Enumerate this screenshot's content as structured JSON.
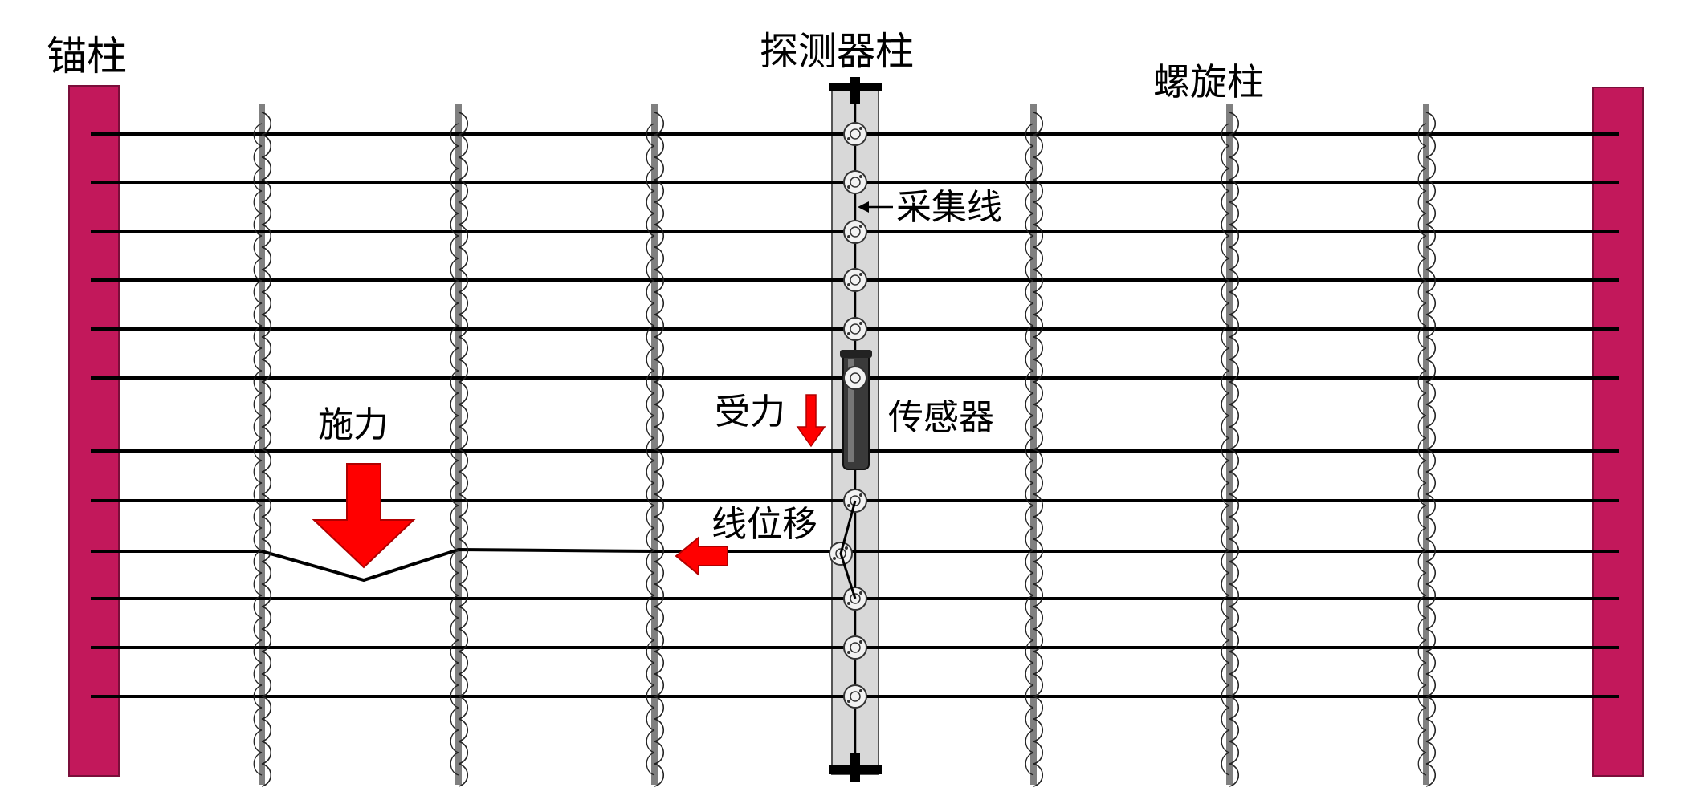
{
  "labels": {
    "anchor_post": "锚柱",
    "detector_post": "探测器柱",
    "spiral_post": "螺旋柱",
    "collection_line": "采集线",
    "force_received": "受力",
    "sensor": "传感器",
    "applied_force": "施力",
    "line_displacement": "线位移"
  },
  "colors": {
    "anchor": "#C2185B",
    "wire": "#000000",
    "spiral_post": "#808080",
    "detector_body": "#D8D8D8",
    "arrow": "#FF0000"
  },
  "icons": {
    "wire_clip": "ring-clip-icon",
    "sensor": "sensor-cylinder-icon",
    "force": "down-arrow-icon",
    "displacement": "left-arrow-icon"
  }
}
